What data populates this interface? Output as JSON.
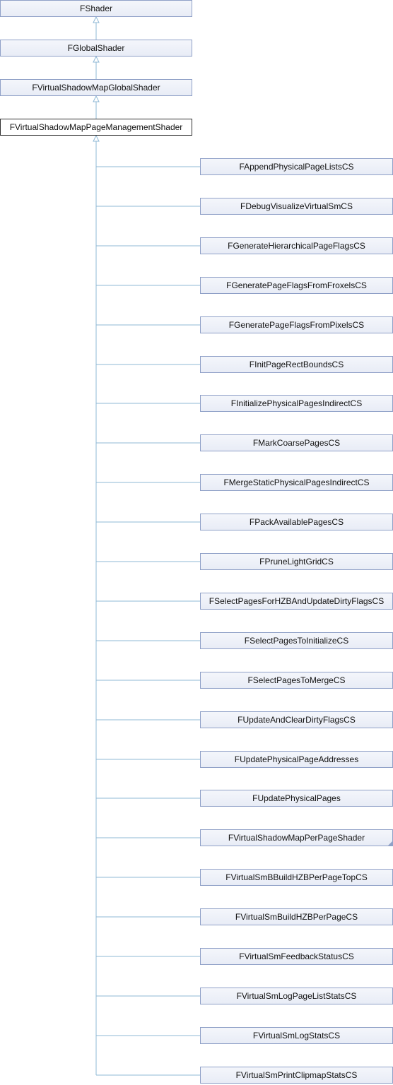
{
  "diagram": {
    "ancestors": [
      {
        "label": "FShader"
      },
      {
        "label": "FGlobalShader"
      },
      {
        "label": "FVirtualShadowMapGlobalShader"
      }
    ],
    "current": {
      "label": "FVirtualShadowMapPageManagementShader"
    },
    "children": [
      {
        "label": "FAppendPhysicalPageListsCS",
        "has_more": false
      },
      {
        "label": "FDebugVisualizeVirtualSmCS",
        "has_more": false
      },
      {
        "label": "FGenerateHierarchicalPageFlagsCS",
        "has_more": false
      },
      {
        "label": "FGeneratePageFlagsFromFroxelsCS",
        "has_more": false
      },
      {
        "label": "FGeneratePageFlagsFromPixelsCS",
        "has_more": false
      },
      {
        "label": "FInitPageRectBoundsCS",
        "has_more": false
      },
      {
        "label": "FInitializePhysicalPagesIndirectCS",
        "has_more": false
      },
      {
        "label": "FMarkCoarsePagesCS",
        "has_more": false
      },
      {
        "label": "FMergeStaticPhysicalPagesIndirectCS",
        "has_more": false
      },
      {
        "label": "FPackAvailablePagesCS",
        "has_more": false
      },
      {
        "label": "FPruneLightGridCS",
        "has_more": false
      },
      {
        "label": "FSelectPagesForHZBAndUpdateDirtyFlagsCS",
        "has_more": false
      },
      {
        "label": "FSelectPagesToInitializeCS",
        "has_more": false
      },
      {
        "label": "FSelectPagesToMergeCS",
        "has_more": false
      },
      {
        "label": "FUpdateAndClearDirtyFlagsCS",
        "has_more": false
      },
      {
        "label": "FUpdatePhysicalPageAddresses",
        "has_more": false
      },
      {
        "label": "FUpdatePhysicalPages",
        "has_more": false
      },
      {
        "label": "FVirtualShadowMapPerPageShader",
        "has_more": true
      },
      {
        "label": "FVirtualSmBBuildHZBPerPageTopCS",
        "has_more": false
      },
      {
        "label": "FVirtualSmBuildHZBPerPageCS",
        "has_more": false
      },
      {
        "label": "FVirtualSmFeedbackStatusCS",
        "has_more": false
      },
      {
        "label": "FVirtualSmLogPageListStatsCS",
        "has_more": false
      },
      {
        "label": "FVirtualSmLogStatsCS",
        "has_more": false
      },
      {
        "label": "FVirtualSmPrintClipmapStatsCS",
        "has_more": false
      }
    ],
    "colors": {
      "edge": "#8fb8d6",
      "node_border": "#8fa0c7",
      "current_border": "#303030"
    }
  }
}
